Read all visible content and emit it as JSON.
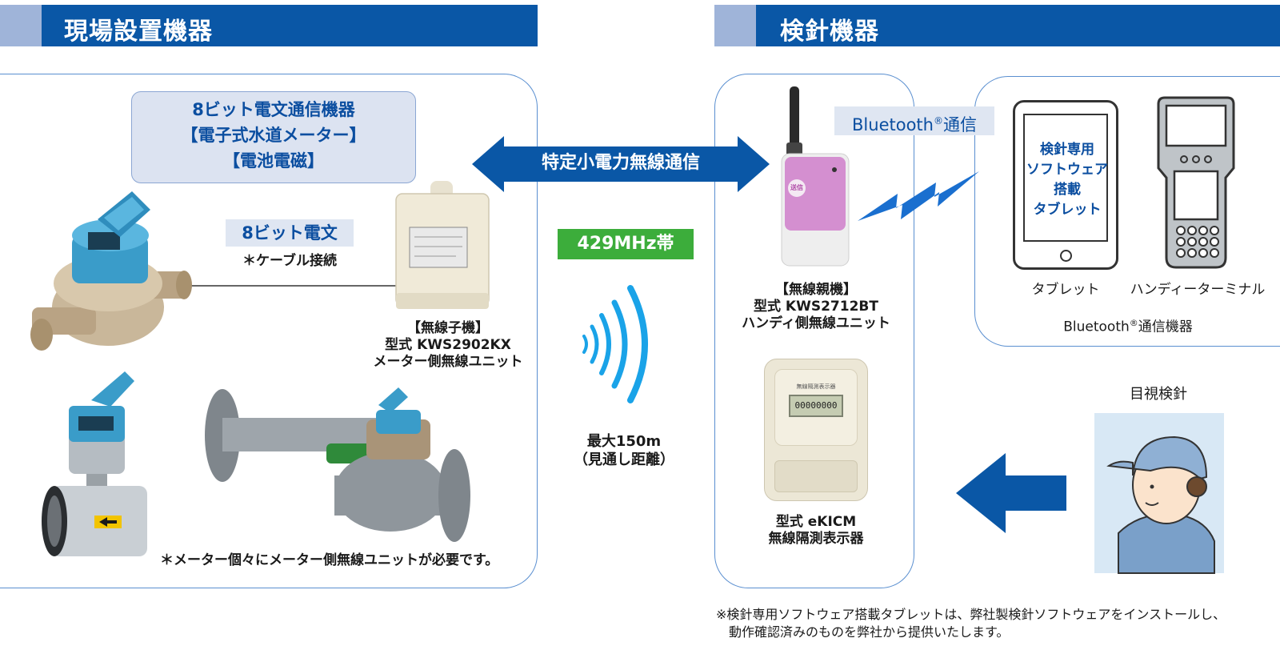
{
  "sections": {
    "left_title": "現場設置機器",
    "right_title": "検針機器"
  },
  "left_panel": {
    "device_type": [
      "8ビット電文通信機器",
      "【電子式水道メーター】",
      "【電池電磁】"
    ],
    "cable_label": "8ビット電文",
    "cable_note": "＊ケーブル接続",
    "slave_unit": [
      "【無線子機】",
      "型式  KWS2902KX",
      "メーター側無線ユニット"
    ],
    "footnote": "＊メーター個々にメーター側無線ユニットが必要です。"
  },
  "radio": {
    "link_label": "特定小電力無線通信",
    "band": "429MHz帯",
    "range": [
      "最大150m",
      "（見通し距離）"
    ]
  },
  "right_panel": {
    "bluetooth_label": "Bluetooth",
    "bluetooth_suffix": "通信",
    "registered_mark": "®",
    "master_unit": [
      "【無線親機】",
      "型式  KWS2712BT",
      "ハンディ側無線ユニット"
    ],
    "master_button": "送信",
    "display_unit": [
      "型式  eKICM",
      "無線隔測表示器"
    ],
    "display_panel_label": "無線隔測表示器",
    "display_reading": "00000000",
    "tablet_screen": [
      "検針専用",
      "ソフトウェア",
      "搭載",
      "タブレット"
    ],
    "tablet_label": "タブレット",
    "handy_label": "ハンディーターミナル",
    "bt_devices_label": "Bluetooth",
    "bt_devices_suffix": "通信機器",
    "visual_label": "目視検針"
  },
  "bottom_note": [
    "※検針専用ソフトウェア搭載タブレットは、弊社製検針ソフトウェアをインストールし、",
    "動作確認済みのものを弊社から提供いたします。"
  ],
  "colors": {
    "header_blue": "#0a57a6",
    "header_stripe": "#9fb4d9",
    "panel_border": "#5a8fd0",
    "label_blue": "#0b4ea0",
    "band_green": "#3cad3b",
    "wave_blue": "#1aa3e8"
  }
}
